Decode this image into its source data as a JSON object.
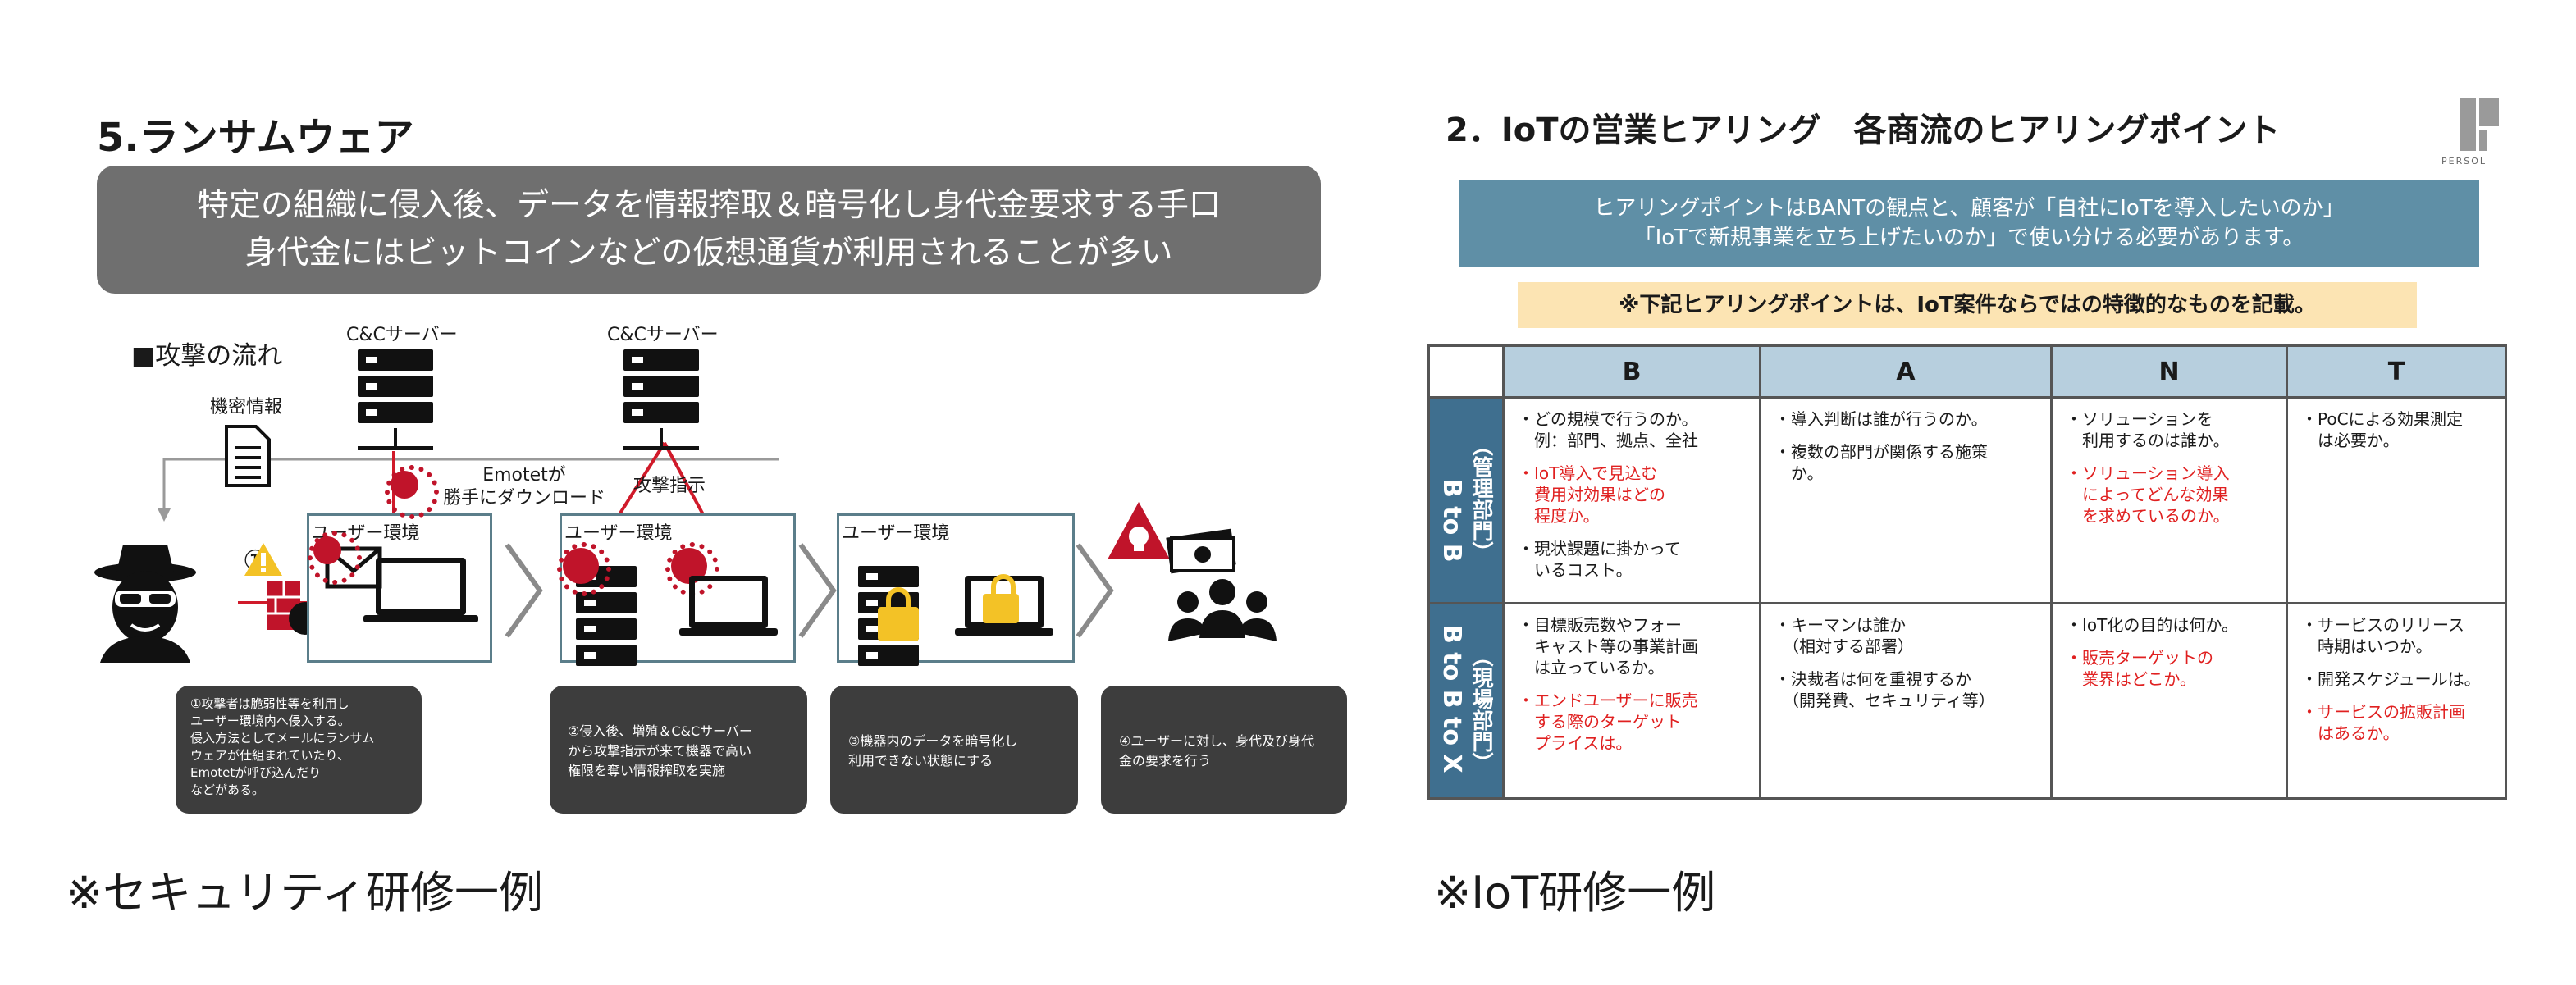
{
  "left": {
    "title": "5.ランサムウェア",
    "banner_line1": "特定の組織に侵入後、データを情報搾取＆暗号化し身代金要求する手口",
    "banner_line2": "身代金にはビットコインなどの仮想通貨が利用されることが多い",
    "flow_label": "■攻撃の流れ",
    "server1_label": "C&Cサーバー",
    "server2_label": "C&Cサーバー",
    "confidential_label": "機密情報",
    "emotet_label": "Emotetが\n勝手にダウンロード",
    "attack_instruction": "攻撃指示",
    "step_number": "①",
    "env_labels": [
      "ユーザー環境",
      "ユーザー環境",
      "ユーザー環境"
    ],
    "descriptions": [
      "①攻撃者は脆弱性等を利用し\nユーザー環境内へ侵入する。\n侵入方法としてメールにランサム\nウェアが仕組まれていたり、\nEmotetが呼び込んだり\nなどがある。",
      "②侵入後、増殖＆C&Cサーバー\nから攻撃指示が来て機器で高い\n権限を奪い情報搾取を実施",
      "③機器内のデータを暗号化し\n利用できない状態にする",
      "④ユーザーに対し、身代及び身代\n金の要求を行う"
    ],
    "caption": "※セキュリティ研修一例"
  },
  "right": {
    "title": "2．IoTの営業ヒアリング　各商流のヒアリングポイント",
    "logo_text": "PERSOL",
    "banner_line1": "ヒアリングポイントはBANTの観点と、顧客が「自社にIoTを導入したいのか」",
    "banner_line2": "「IoTで新規事業を立ち上げたいのか」で使い分ける必要があります。",
    "note": "※下記ヒアリングポイントは、IoT案件ならではの特徴的なものを記載。",
    "columns": [
      "B",
      "A",
      "N",
      "T"
    ],
    "rows": [
      {
        "header": "B to B\n（管理部門）",
        "header_main": "B to B",
        "header_sub": "（管理部門）",
        "cells": [
          [
            {
              "text": "・どの規模で行うのか。\n　例：部門、拠点、全社",
              "red": false
            },
            {
              "text": "・IoT導入で見込む\n　費用対効果はどの\n　程度か。",
              "red": true
            },
            {
              "text": "・現状課題に掛かって\n　いるコスト。",
              "red": false
            }
          ],
          [
            {
              "text": "・導入判断は誰が行うのか。",
              "red": false
            },
            {
              "text": "・複数の部門が関係する施策\n　か。",
              "red": false
            }
          ],
          [
            {
              "text": "・ソリューションを\n　利用するのは誰か。",
              "red": false
            },
            {
              "text": "・ソリューション導入\n　によってどんな効果\n　を求めているのか。",
              "red": true
            }
          ],
          [
            {
              "text": "・PoCによる効果測定\n　は必要か。",
              "red": false
            }
          ]
        ]
      },
      {
        "header": "B to B to X\n（現場部門）",
        "header_main": "B to B to X",
        "header_sub": "（現場部門）",
        "cells": [
          [
            {
              "text": "・目標販売数やフォー\n　キャスト等の事業計画\n　は立っているか。",
              "red": false
            },
            {
              "text": "・エンドユーザーに販売\n　する際のターゲット\n　プライスは。",
              "red": true
            }
          ],
          [
            {
              "text": "・キーマンは誰か\n　（相対する部署）",
              "red": false
            },
            {
              "text": "・決裁者は何を重視するか\n　（開発費、セキュリティ等）",
              "red": false
            }
          ],
          [
            {
              "text": "・IoT化の目的は何か。",
              "red": false
            },
            {
              "text": "・販売ターゲットの\n　業界はどこか。",
              "red": true
            }
          ],
          [
            {
              "text": "・サービスのリリース\n　時期はいつか。",
              "red": false
            },
            {
              "text": "・開発スケジュールは。",
              "red": false
            },
            {
              "text": "・サービスの拡販計画\n　はあるか。",
              "red": true
            }
          ]
        ]
      }
    ],
    "caption": "※IoT研修一例"
  },
  "colors": {
    "banner_gray": "#6f6f6f",
    "banner_blue": "#5f8fa6",
    "table_header": "#b7cfde",
    "row_header": "#3f6f8f",
    "note_bg": "#fce4b3",
    "alert_red": "#e02020",
    "virus_red": "#c0142a",
    "lock_yellow": "#f3c226"
  }
}
